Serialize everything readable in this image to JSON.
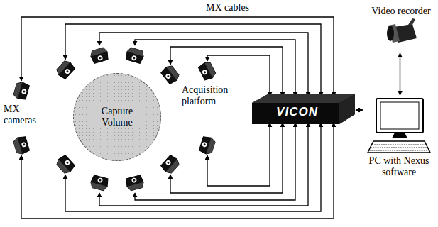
{
  "diagram": {
    "nodes": [
      {
        "text": [
          "Capture Volume"
        ]
      },
      {
        "text": [
          "VICON"
        ]
      },
      {
        "text": [
          "Video recorder"
        ]
      },
      {
        "text": [
          "PC with Nexus software"
        ]
      }
    ],
    "edges": [
      {
        "from": 1,
        "to": 3,
        "arrow": "both"
      },
      {
        "from": 2,
        "to": 3,
        "arrow": "both"
      }
    ],
    "labels": [
      "MX cables",
      "MX cameras",
      "Acquisition platform"
    ]
  }
}
